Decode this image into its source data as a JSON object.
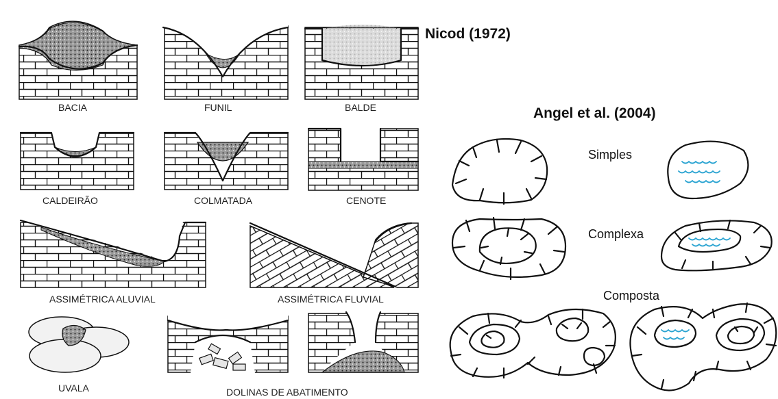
{
  "left_panel": {
    "citation": "Nicod (1972)",
    "labels": {
      "bacia": "BACIA",
      "funil": "FUNIL",
      "balde": "BALDE",
      "caldeirao": "CALDEIRÃO",
      "colmatada": "COLMATADA",
      "cenote": "CENOTE",
      "assimetrica_aluvial": "ASSIMÉTRICA ALUVIAL",
      "assimetrica_fluvial": "ASSIMÉTRICA FLUVIAL",
      "uvala": "UVALA",
      "dolinas_abatimento": "DOLINAS DE ABATIMENTO"
    }
  },
  "right_panel": {
    "citation": "Angel et al. (2004)",
    "labels": {
      "simples": "Simples",
      "complexa": "Complexa",
      "composta": "Composta"
    },
    "colors": {
      "water": "#29a3d1",
      "ink": "#111111"
    }
  }
}
